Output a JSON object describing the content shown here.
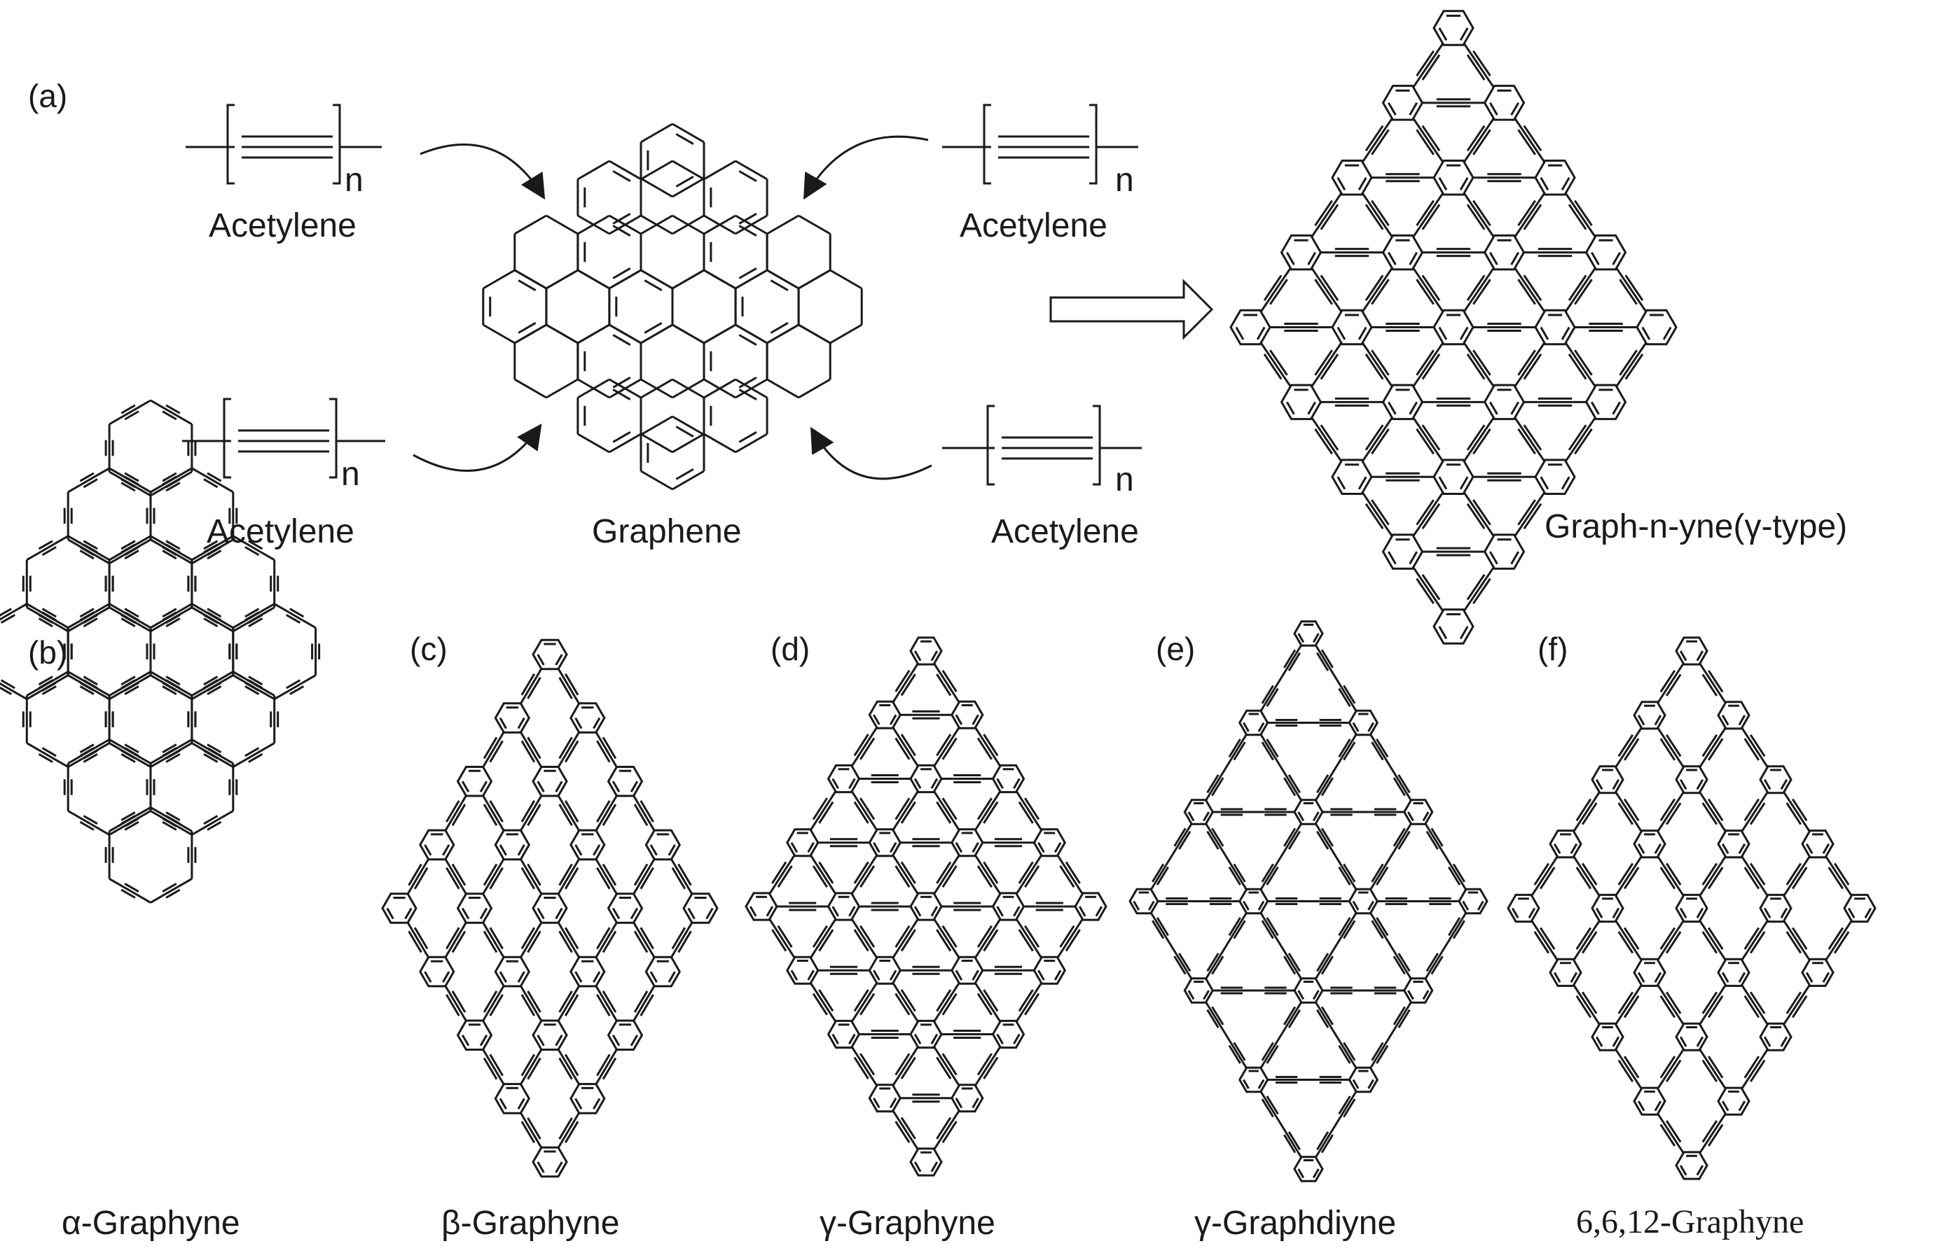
{
  "panel_a": {
    "letter": "(a)",
    "acetylene_label": "Acetylene",
    "repeat_subscript": "n",
    "graphene_label": "Graphene",
    "product_label": "Graph-n-yne(γ-type)"
  },
  "panels": [
    {
      "letter": "(b)",
      "name": "α-Graphyne"
    },
    {
      "letter": "(c)",
      "name": "β-Graphyne"
    },
    {
      "letter": "(d)",
      "name": "γ-Graphyne"
    },
    {
      "letter": "(e)",
      "name": "γ-Graphdiyne"
    },
    {
      "letter": "(f)",
      "name": "6,6,12-Graphyne"
    }
  ],
  "colors": {
    "ink": "#1a1a1a",
    "background": "#ffffff"
  }
}
